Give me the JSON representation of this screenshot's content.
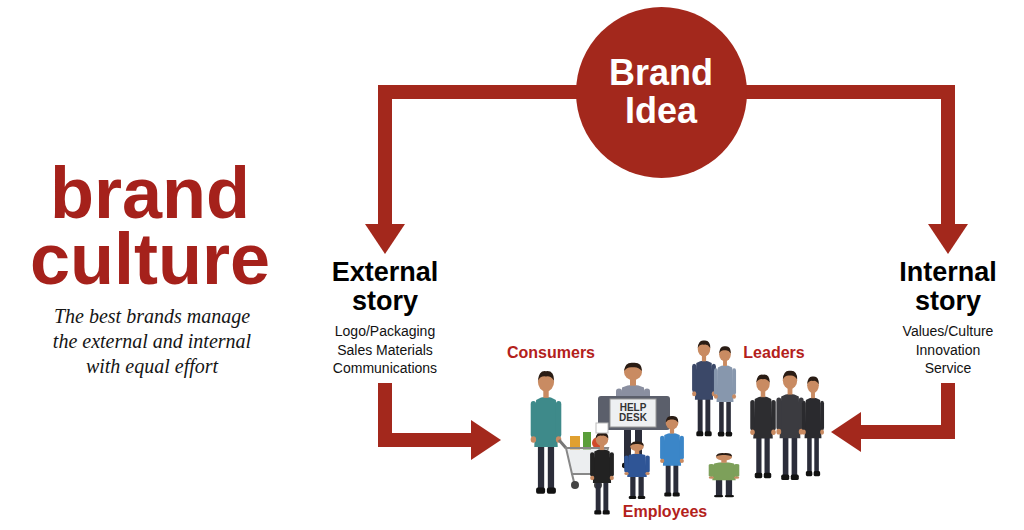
{
  "diagram": {
    "title": "brand culture",
    "caption": "The best brands manage the external and internal with equal effort",
    "nodes": [
      {
        "text": [
          "Brand Idea"
        ]
      },
      {
        "text": [
          "External story",
          "Logo/Packaging Sales Materials Communications"
        ]
      },
      {
        "text": [
          "Internal story",
          "Values/Culture Innovation Service"
        ]
      },
      {
        "text": [
          "Consumers",
          "Leaders",
          "Employees"
        ]
      }
    ],
    "edges": [
      {
        "from": 0,
        "to": 1,
        "arrow": "to"
      },
      {
        "from": 0,
        "to": 2,
        "arrow": "to"
      },
      {
        "from": 1,
        "to": 3,
        "arrow": "to"
      },
      {
        "from": 2,
        "to": 3,
        "arrow": "to"
      }
    ],
    "labels": [
      "HELP DESK"
    ]
  }
}
